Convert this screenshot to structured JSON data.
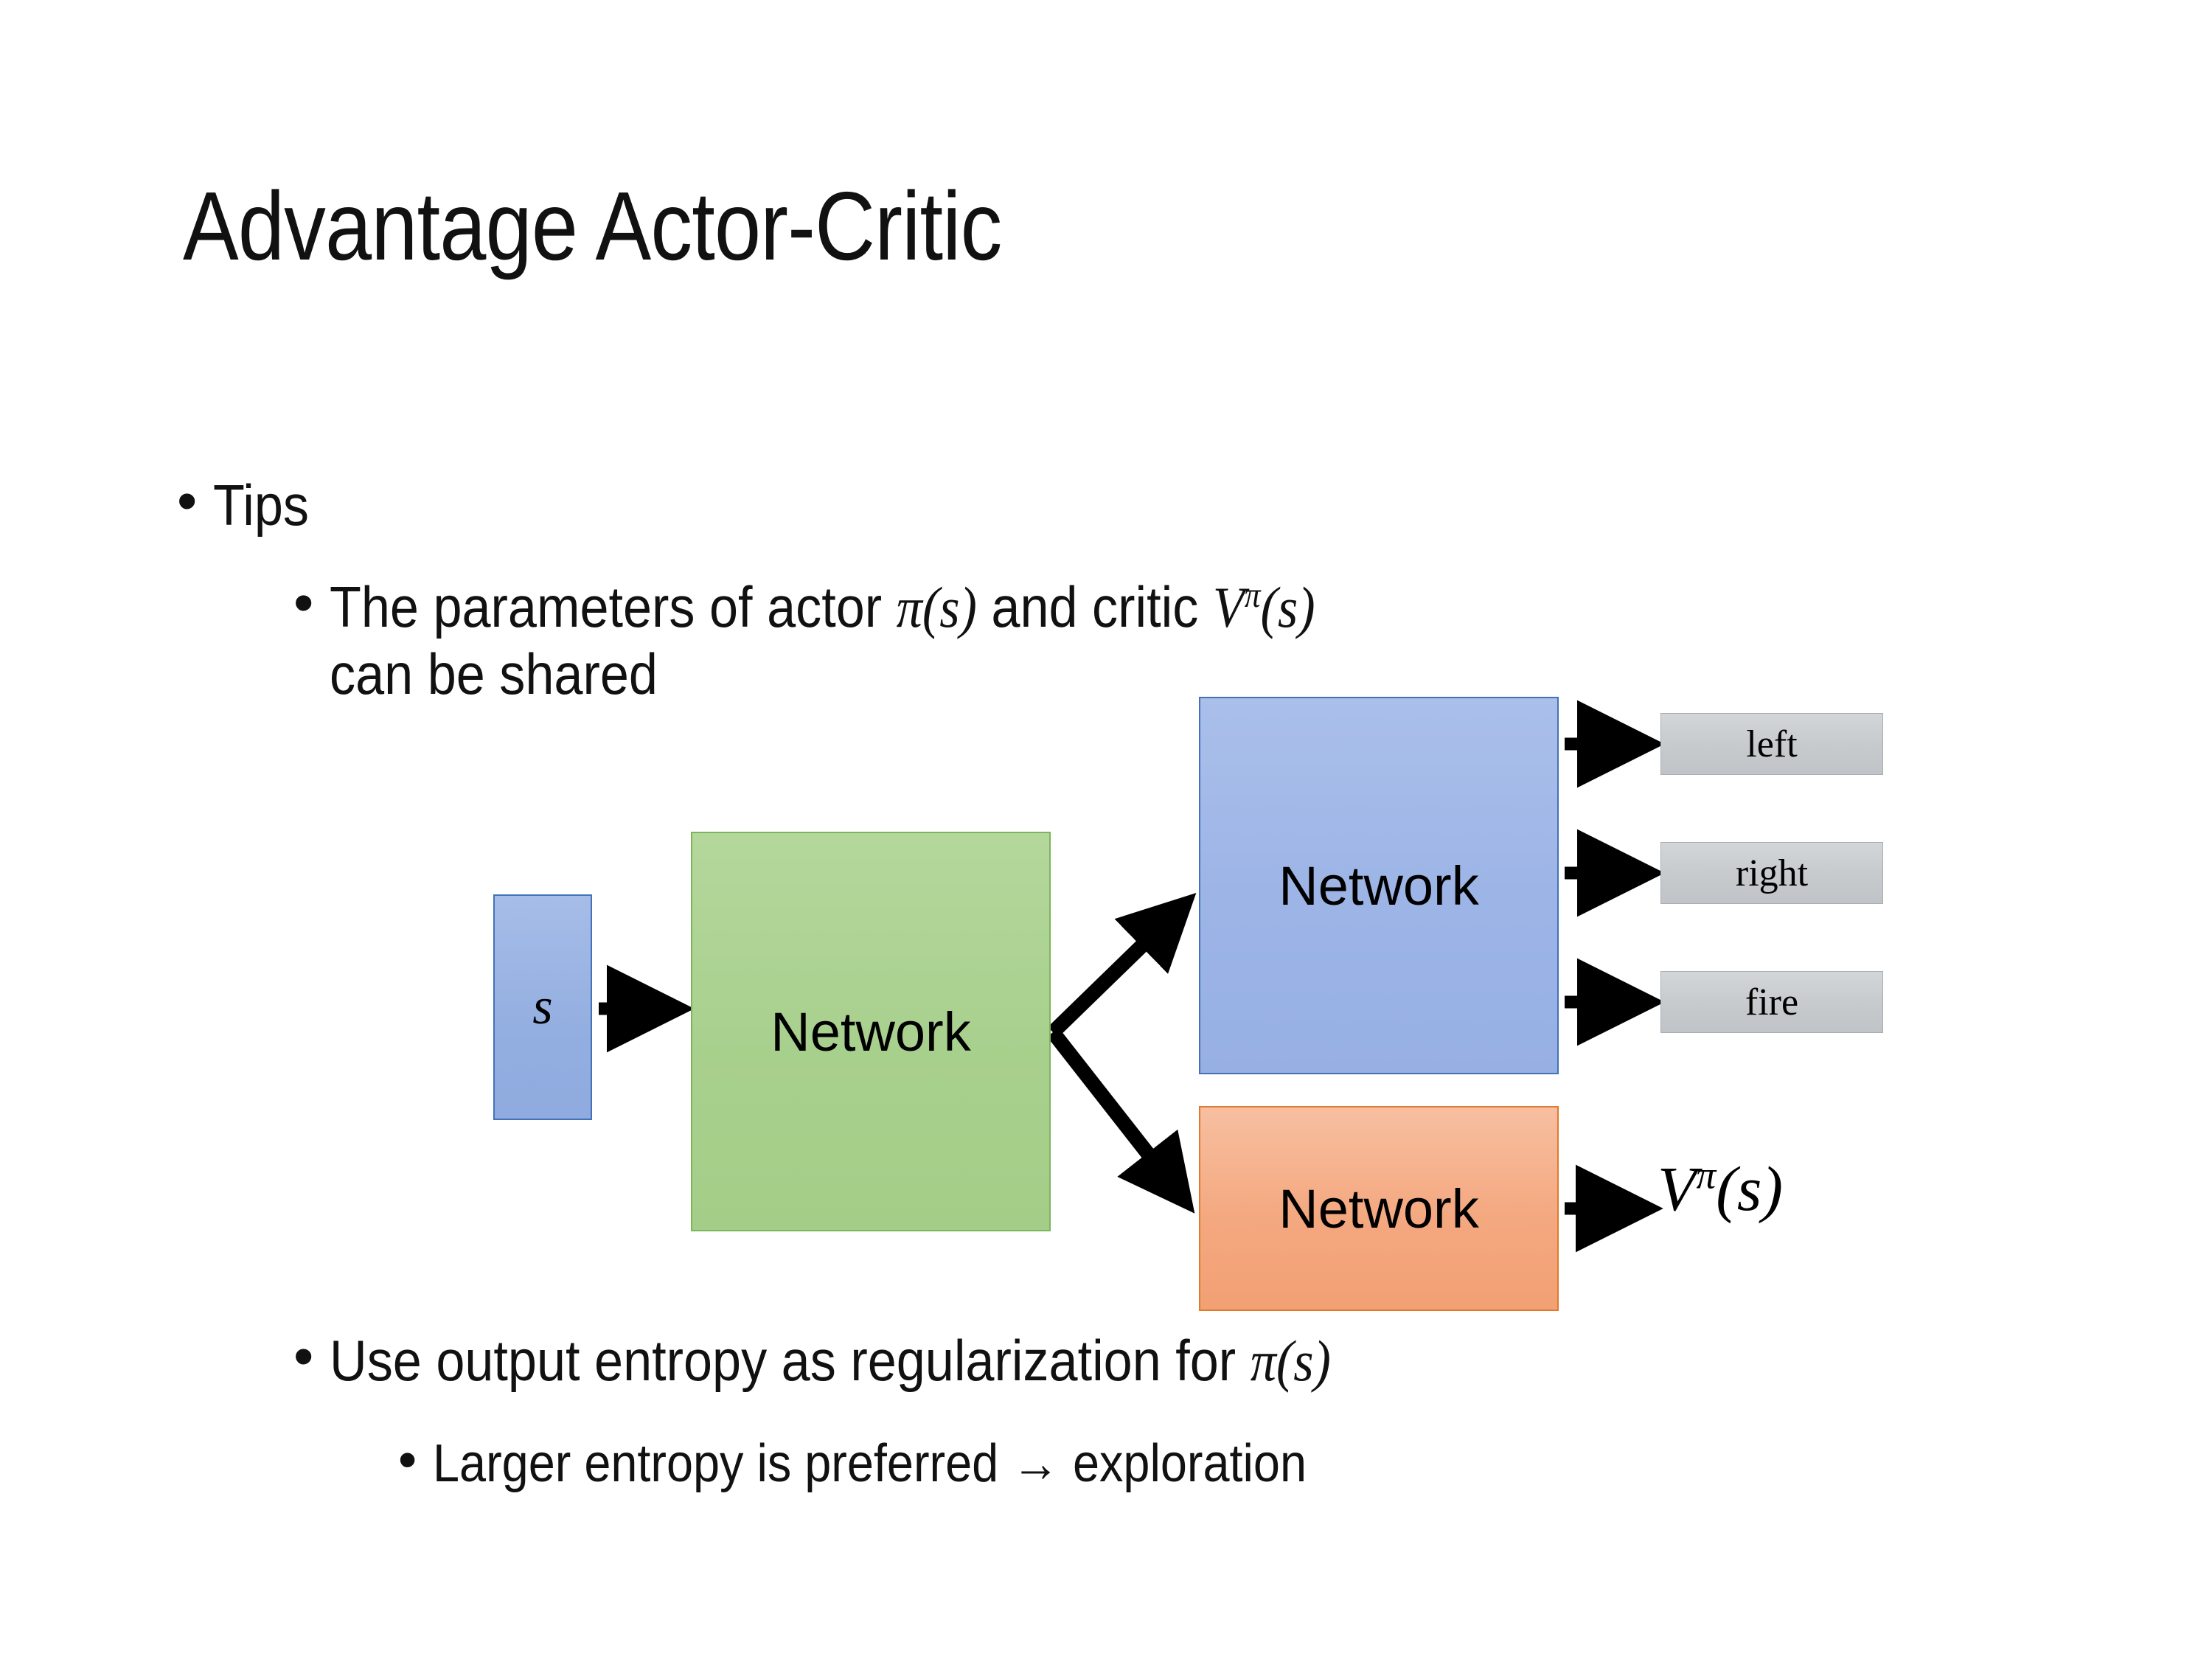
{
  "slide": {
    "title": "Advantage Actor-Critic",
    "background": "#ffffff"
  },
  "bullets": [
    {
      "level": 1,
      "marker": "•",
      "text": "Tips"
    },
    {
      "level": 2,
      "marker": "•",
      "text_parts": {
        "p1": "The parameters of actor ",
        "math1_pi": "π",
        "math1_args": "(s)",
        "p2": "  and critic ",
        "math2_v": "V",
        "math2_sup": "π",
        "math2_args": "(s)",
        "line2": "can be shared"
      }
    },
    {
      "level": 2,
      "marker": "•",
      "text_parts": {
        "p1": "Use output entropy as regularization for ",
        "math1_pi": "π",
        "math1_args": "(s)"
      }
    },
    {
      "level": 3,
      "marker": "•",
      "text": "Larger entropy is preferred → exploration"
    }
  ],
  "diagram": {
    "input_node": {
      "label": "s",
      "fill": "#93aee0",
      "border": "#4472b8"
    },
    "shared_network": {
      "label": "Network",
      "fill": "#a8d08d",
      "border": "#7cb55e"
    },
    "actor_network": {
      "label": "Network",
      "fill": "#9cb4e6",
      "border": "#4472b8"
    },
    "critic_network": {
      "label": "Network",
      "fill": "#f4a87f",
      "border": "#e07a2e"
    },
    "actions": [
      {
        "label": "left",
        "fill": "#c6cacd",
        "border": "#a9adb1"
      },
      {
        "label": "right",
        "fill": "#c6cacd",
        "border": "#a9adb1"
      },
      {
        "label": "fire",
        "fill": "#c6cacd",
        "border": "#a9adb1"
      }
    ],
    "critic_output": {
      "v": "V",
      "sup": "π",
      "args": "(s)"
    },
    "arrow_color": "#000000"
  }
}
